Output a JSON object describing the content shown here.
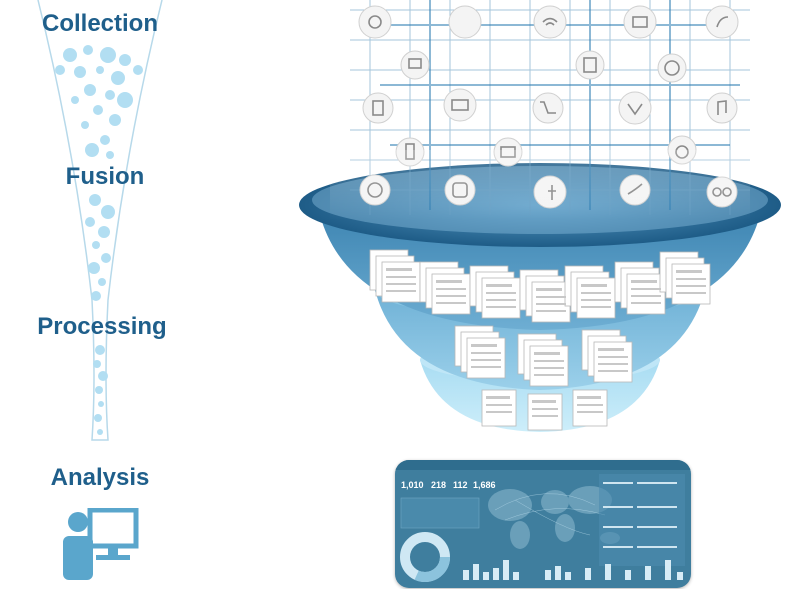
{
  "stages": {
    "collection": "Collection",
    "fusion": "Fusion",
    "processing": "Processing",
    "analysis": "Analysis"
  },
  "dashboard": {
    "stats": [
      "1,010",
      "218",
      "112",
      "1,686"
    ]
  },
  "icons": [
    "power-icon",
    "handshake-icon",
    "wifi-icon",
    "mail-icon",
    "rss-icon",
    "monitor-icon",
    "certificate-icon",
    "info-icon",
    "building-icon",
    "laptop-icon",
    "cart-icon",
    "vine-icon",
    "music-icon",
    "mobile-icon",
    "video-icon",
    "power-icon",
    "pinterest-icon",
    "instagram-icon",
    "facebook-icon",
    "twitter-icon",
    "link-icon"
  ],
  "colors": {
    "label": "#1f5f8b",
    "funnel_dark": "#2b6a93",
    "funnel_light": "#9fd4ec",
    "bubble": "#a6d8ef",
    "user_icon": "#5aa6cc"
  }
}
